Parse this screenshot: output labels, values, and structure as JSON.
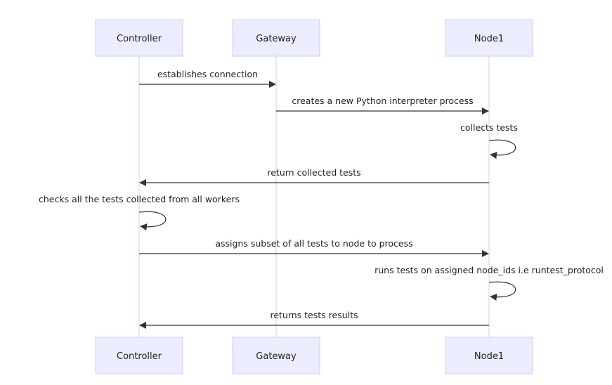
{
  "actors": [
    {
      "id": "controller",
      "label": "Controller"
    },
    {
      "id": "gateway",
      "label": "Gateway"
    },
    {
      "id": "node1",
      "label": "Node1"
    }
  ],
  "messages": [
    {
      "from": "controller",
      "to": "gateway",
      "text": "establishes connection"
    },
    {
      "from": "gateway",
      "to": "node1",
      "text": "creates a new Python interpreter process"
    },
    {
      "from": "node1",
      "to": "node1",
      "text": "collects tests"
    },
    {
      "from": "node1",
      "to": "controller",
      "text": "return collected tests"
    },
    {
      "from": "controller",
      "to": "controller",
      "text": "checks all the tests collected from all workers"
    },
    {
      "from": "controller",
      "to": "node1",
      "text": "assigns subset of all tests to node to process"
    },
    {
      "from": "node1",
      "to": "node1",
      "text": "runs tests on assigned node_ids i.e runtest_protocol"
    },
    {
      "from": "node1",
      "to": "controller",
      "text": "returns tests results"
    }
  ],
  "colors": {
    "actor_fill": "#ECECFF",
    "actor_border": "#ccccff",
    "lifeline": "#ccccff",
    "message_line": "#333333",
    "text": "#222222"
  }
}
